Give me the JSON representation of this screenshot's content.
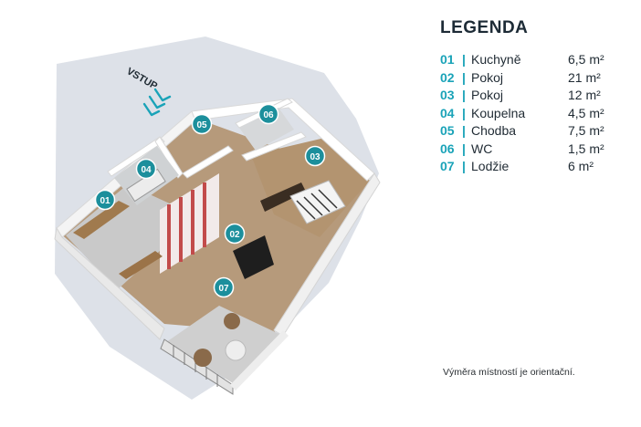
{
  "entrance_label": "VSTUP",
  "legend": {
    "title": "LEGENDA",
    "rooms": [
      {
        "num": "01",
        "name": "Kuchyně",
        "area": "6,5 m²"
      },
      {
        "num": "02",
        "name": "Pokoj",
        "area": "21 m²"
      },
      {
        "num": "03",
        "name": "Pokoj",
        "area": "12 m²"
      },
      {
        "num": "04",
        "name": "Koupelna",
        "area": "4,5 m²"
      },
      {
        "num": "05",
        "name": "Chodba",
        "area": "7,5 m²"
      },
      {
        "num": "06",
        "name": "WC",
        "area": "1,5 m²"
      },
      {
        "num": "07",
        "name": "Lodžie",
        "area": "6 m²"
      }
    ]
  },
  "note": "Výměra místností je orientační.",
  "colors": {
    "accent": "#1aa3b8",
    "badge": "#1c8f9c",
    "shadow": "#dbe0e8",
    "floor_wood": "#a88a6a",
    "wall": "#f7f7f7"
  }
}
